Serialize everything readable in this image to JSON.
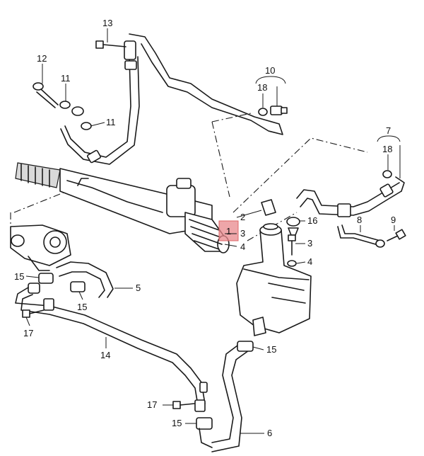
{
  "callouts": {
    "c1": "1",
    "c2": "2",
    "c3a": "3",
    "c3b": "3",
    "c4a": "4",
    "c4b": "4",
    "c5": "5",
    "c6": "6",
    "c7": "7",
    "c8": "8",
    "c9": "9",
    "c10": "10",
    "c11a": "11",
    "c11b": "11",
    "c12": "12",
    "c13": "13",
    "c14a": "14",
    "c15a": "15",
    "c15b": "15",
    "c15c": "15",
    "c15d": "15",
    "c16": "16",
    "c17a": "17",
    "c17b": "17",
    "c18a": "18",
    "c18b": "18"
  },
  "colors": {
    "highlight": "#e8888c",
    "line": "#1a1a1a"
  }
}
